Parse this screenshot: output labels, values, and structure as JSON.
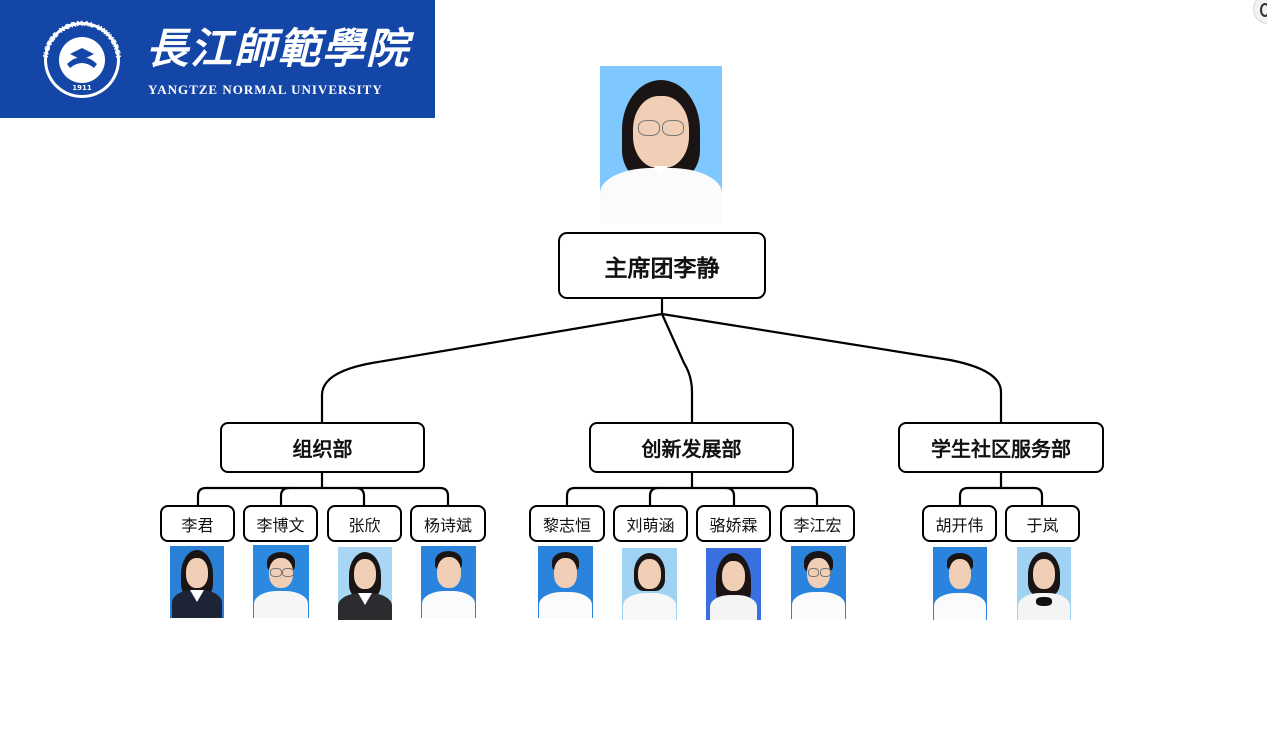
{
  "university": {
    "name_cn": "長江師範學院",
    "name_en": "YANGTZE NORMAL UNIVERSITY",
    "seal_text": "YANGTZE NORMAL UNIVERSITY",
    "seal_year": "1911"
  },
  "colors": {
    "banner": "#1446a8",
    "line": "#000000",
    "box_border": "#000000"
  },
  "chair": {
    "label": "主席团李静",
    "photo": "portrait-light-blue-bg"
  },
  "departments": [
    {
      "name": "组织部",
      "members": [
        {
          "name": "李君",
          "photo": "portrait-blue-bg"
        },
        {
          "name": "李博文",
          "photo": "portrait-blue-bg"
        },
        {
          "name": "张欣",
          "photo": "portrait-light-blue-bg"
        },
        {
          "name": "杨诗斌",
          "photo": "portrait-blue-bg"
        }
      ]
    },
    {
      "name": "创新发展部",
      "members": [
        {
          "name": "黎志恒",
          "photo": "portrait-blue-bg"
        },
        {
          "name": "刘萌涵",
          "photo": "portrait-light-blue-bg"
        },
        {
          "name": "骆娇霖",
          "photo": "portrait-blue-bg"
        },
        {
          "name": "李江宏",
          "photo": "portrait-blue-bg"
        }
      ]
    },
    {
      "name": "学生社区服务部",
      "members": [
        {
          "name": "胡开伟",
          "photo": "portrait-blue-bg"
        },
        {
          "name": "于岚",
          "photo": "portrait-light-blue-bg"
        }
      ]
    }
  ]
}
